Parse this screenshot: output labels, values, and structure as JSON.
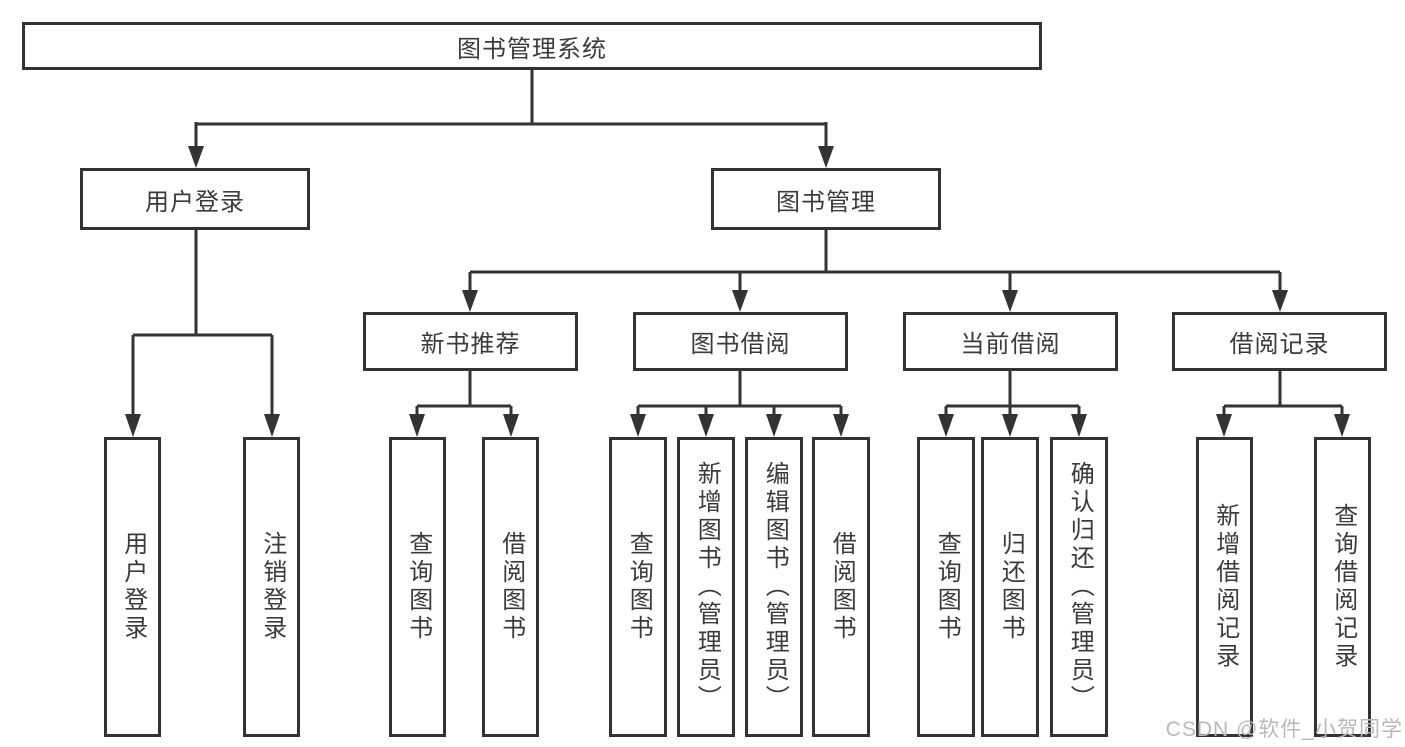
{
  "diagram": {
    "root": {
      "label": "图书管理系统"
    },
    "branches": [
      {
        "label": "用户登录",
        "children": [
          {
            "label": "用户登录"
          },
          {
            "label": "注销登录"
          }
        ]
      },
      {
        "label": "图书管理",
        "children": [
          {
            "label": "新书推荐",
            "children": [
              {
                "label": "查询图书"
              },
              {
                "label": "借阅图书"
              }
            ]
          },
          {
            "label": "图书借阅",
            "children": [
              {
                "label": "查询图书"
              },
              {
                "label": "新增图书（管理员）"
              },
              {
                "label": "编辑图书（管理员）"
              },
              {
                "label": "借阅图书"
              }
            ]
          },
          {
            "label": "当前借阅",
            "children": [
              {
                "label": "查询图书"
              },
              {
                "label": "归还图书"
              },
              {
                "label": "确认归还（管理员）"
              }
            ]
          },
          {
            "label": "借阅记录",
            "children": [
              {
                "label": "新增借阅记录"
              },
              {
                "label": "查询借阅记录"
              }
            ]
          }
        ]
      }
    ]
  },
  "watermark": {
    "text": "CSDN @软件_小贺同学"
  },
  "colors": {
    "line": "#333333",
    "box_border": "#333333",
    "text": "#3b3b3b",
    "watermark": "#b9b9b9",
    "background": "#ffffff"
  }
}
